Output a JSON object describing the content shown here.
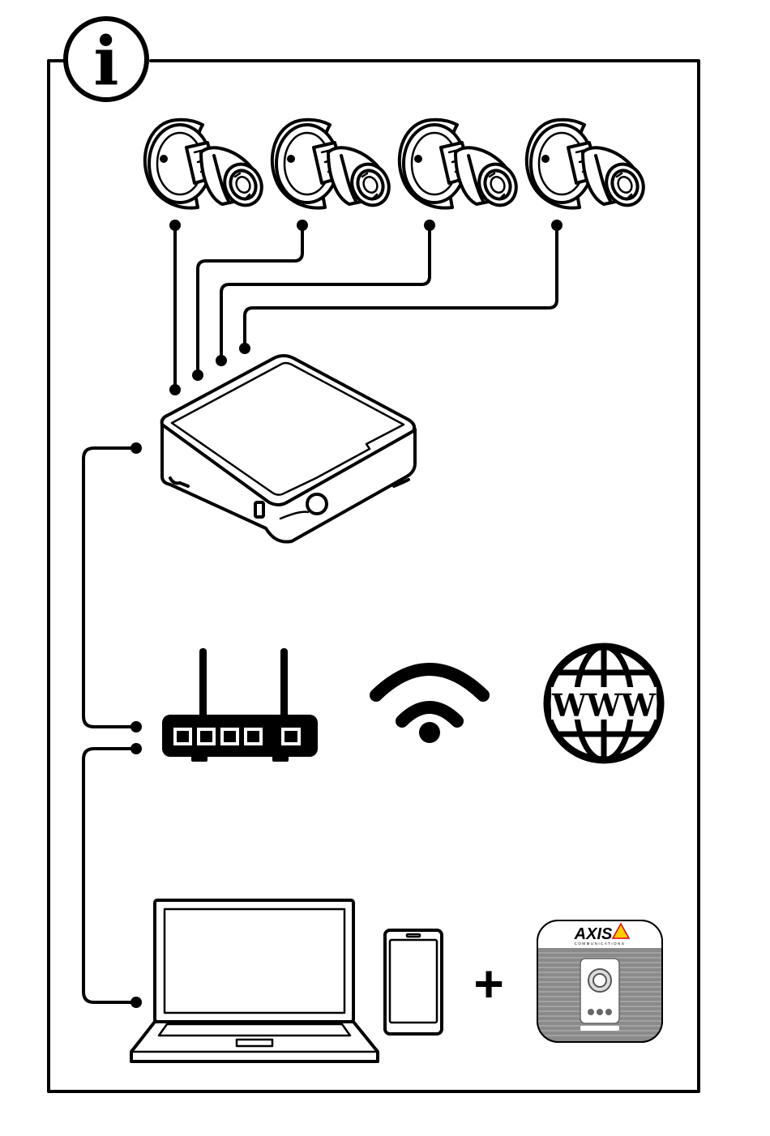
{
  "info_badge": {
    "glyph": "i",
    "icon": "info-icon"
  },
  "globe": {
    "label": "WWW",
    "icon": "globe-icon"
  },
  "app": {
    "brand": "AXIS",
    "subtitle": "COMMUNICATIONS",
    "icon": "app-icon",
    "accent": "#ffcc00",
    "accent_edge": "#e2001a"
  },
  "plus": {
    "glyph": "+"
  },
  "devices": {
    "cameras": [
      "camera-icon",
      "camera-icon",
      "camera-icon",
      "camera-icon"
    ],
    "recorder": "recorder-icon",
    "router": "router-icon",
    "wifi": "wifi-icon",
    "laptop": "laptop-icon",
    "phone": "smartphone-icon"
  },
  "colors": {
    "line": "#000000",
    "background": "#ffffff",
    "app_bg": "#8a8a8a"
  }
}
